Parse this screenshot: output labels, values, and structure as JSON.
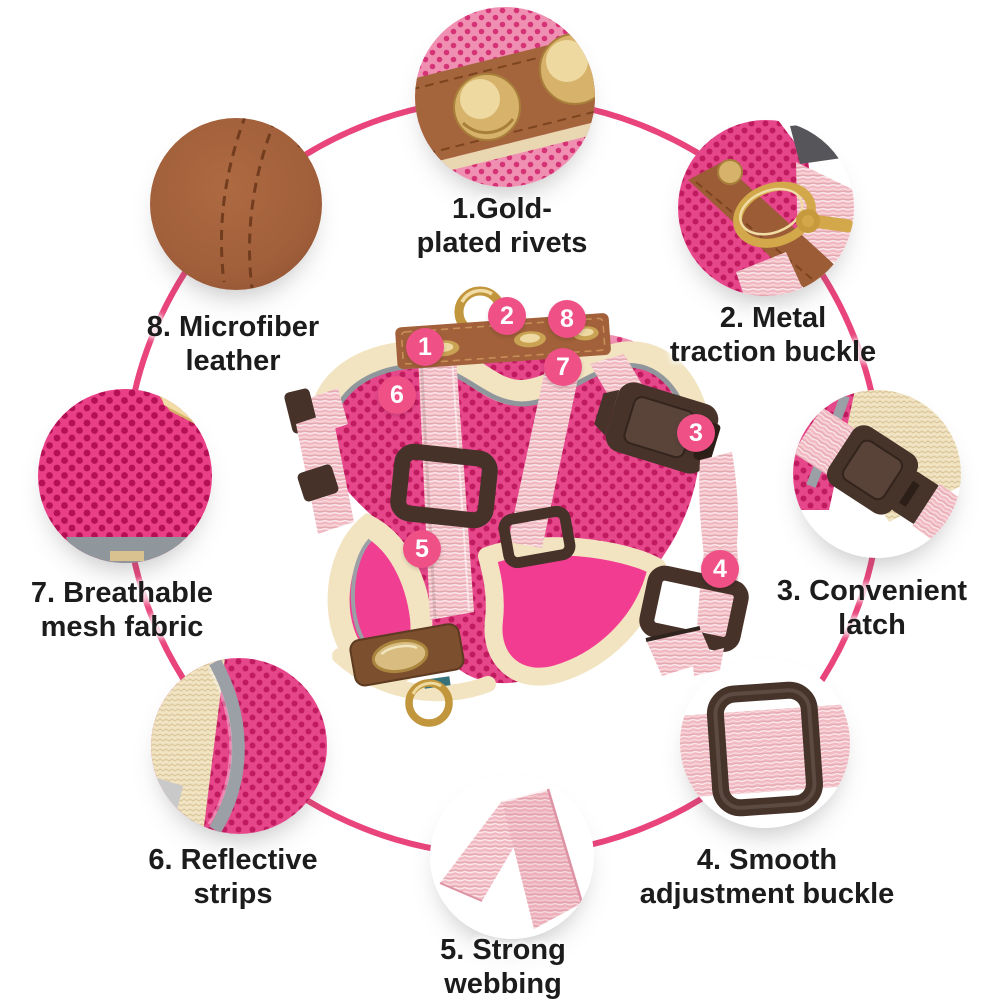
{
  "features": [
    {
      "number": "1",
      "line1": "1.Gold-",
      "line2": "plated rivets"
    },
    {
      "number": "2",
      "line1": "2. Metal",
      "line2": "traction buckle"
    },
    {
      "number": "3",
      "line1": "3. Convenient",
      "line2": "latch"
    },
    {
      "number": "4",
      "line1": "4. Smooth",
      "line2": "adjustment buckle"
    },
    {
      "number": "5",
      "line1": "5. Strong",
      "line2": "webbing"
    },
    {
      "number": "6",
      "line1": "6. Reflective",
      "line2": "strips"
    },
    {
      "number": "7",
      "line1": "7. Breathable",
      "line2": "mesh fabric"
    },
    {
      "number": "8",
      "line1": "8. Microfiber",
      "line2": "leather"
    }
  ],
  "colors": {
    "ring": "#e9447b",
    "badge": "#ef5086",
    "label_text": "#1c1c1c",
    "background": "#ffffff",
    "mesh_hot_pink": "#e6478b",
    "mesh_dot": "#c11b60",
    "mesh_light_pink": "#ef8fb1",
    "webbing_pink": "#f1b9c1",
    "cream_trim": "#f2e4c1",
    "leather_brown": "#a2613a",
    "plastic_dark_brown": "#473229",
    "gold": "#c9a253",
    "reflective_gray": "#8f969c",
    "inner_panel_pink": "#f23c92"
  }
}
